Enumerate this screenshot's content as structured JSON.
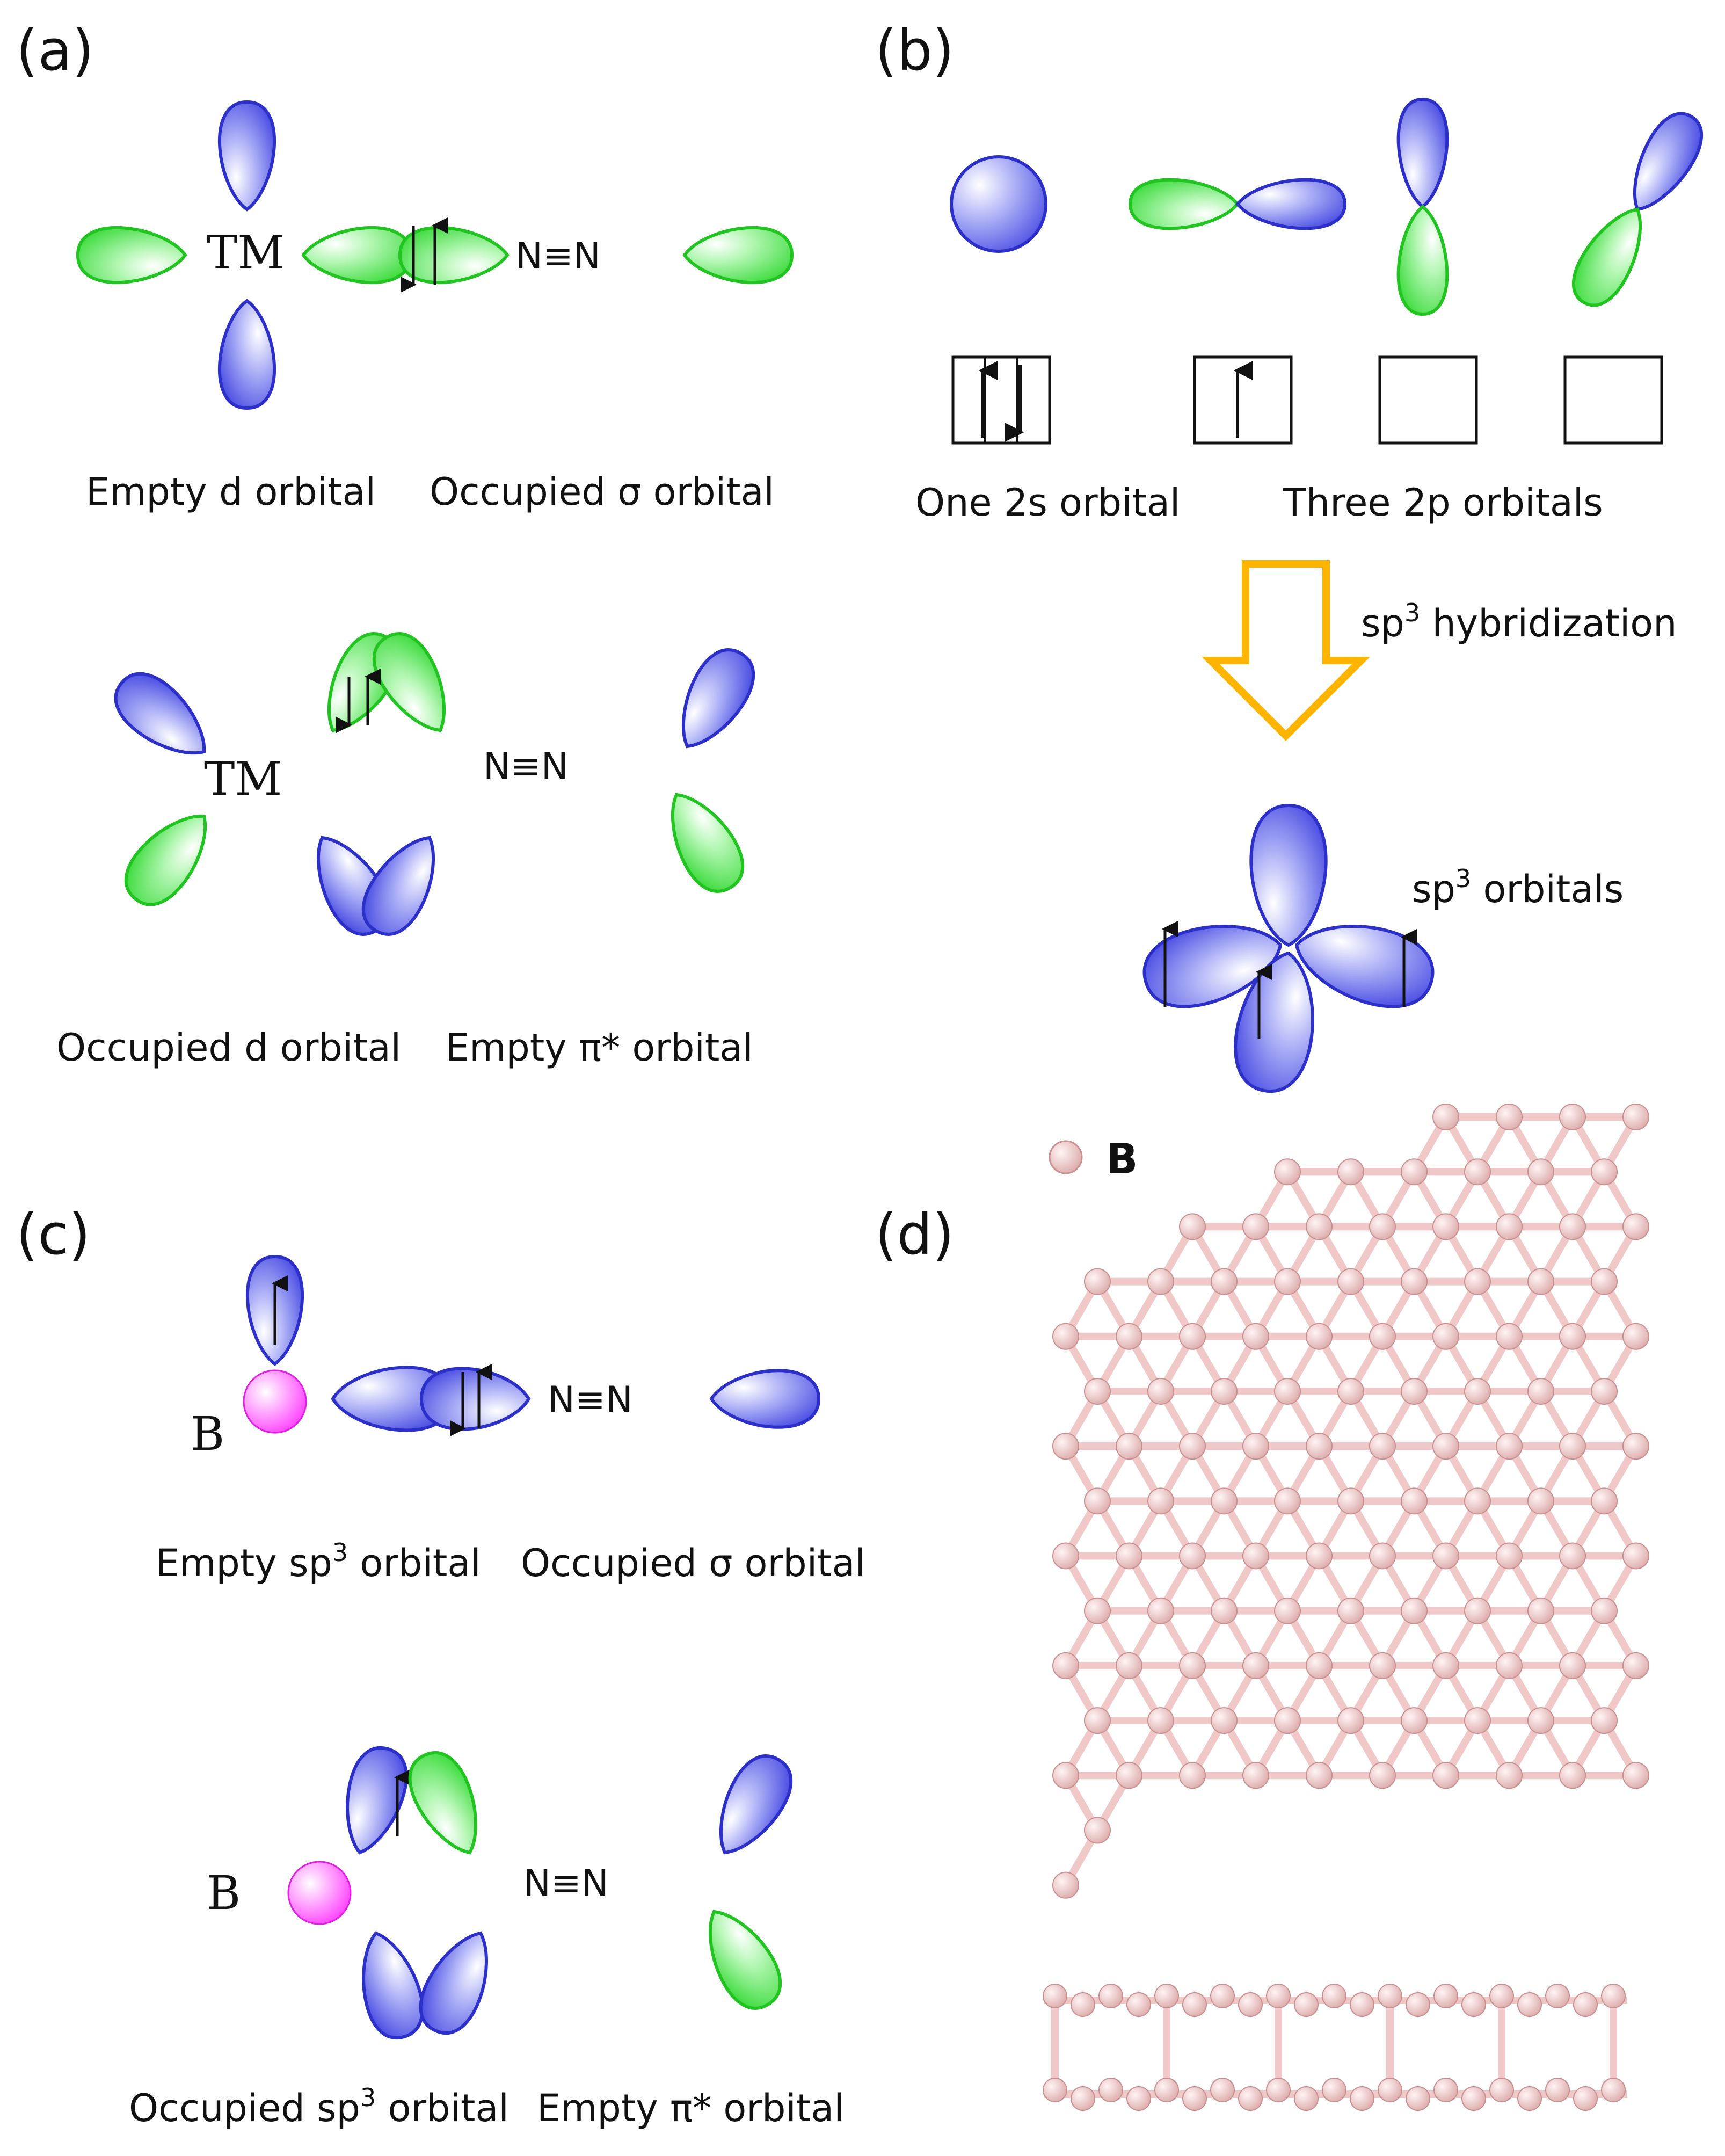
{
  "colors": {
    "blue_lobe": "#4a4ee8",
    "green_lobe": "#3ee23e",
    "boron_atom": "#e6b4b4",
    "boron_bond": "#f0c8c8",
    "b_sphere": "#ff44ff",
    "hybrid_arrow": "#ffb400"
  },
  "panel_a": {
    "label": "(a)",
    "tm_top": "TM",
    "n2_top": "N≡N",
    "caption_left_top": "Empty d orbital",
    "caption_right_top": "Occupied σ orbital",
    "tm_bottom": "TM",
    "n2_bottom": "N≡N",
    "caption_left_bottom": "Occupied d orbital",
    "caption_right_bottom": "Empty π* orbital"
  },
  "panel_b": {
    "label": "(b)",
    "caption_2s": "One 2s orbital",
    "caption_2p": "Three 2p orbitals",
    "arrow_label_main": "sp",
    "arrow_label_sup": "3",
    "arrow_label_rest": " hybridization",
    "result_label_main": "sp",
    "result_label_sup": "3",
    "result_label_rest": " orbitals"
  },
  "panel_c": {
    "label": "(c)",
    "b_top": "B",
    "n2_top": "N≡N",
    "caption_left_top_main": "Empty sp",
    "caption_left_top_sup": "3",
    "caption_left_top_rest": " orbital",
    "caption_right_top": "Occupied σ orbital",
    "b_bottom": "B",
    "n2_bottom": "N≡N",
    "caption_left_bottom_main": "Occupied sp",
    "caption_left_bottom_sup": "3",
    "caption_left_bottom_rest": " orbital",
    "caption_right_bottom": "Empty π* orbital"
  },
  "panel_d": {
    "label": "(d)",
    "legend_label": "B"
  }
}
